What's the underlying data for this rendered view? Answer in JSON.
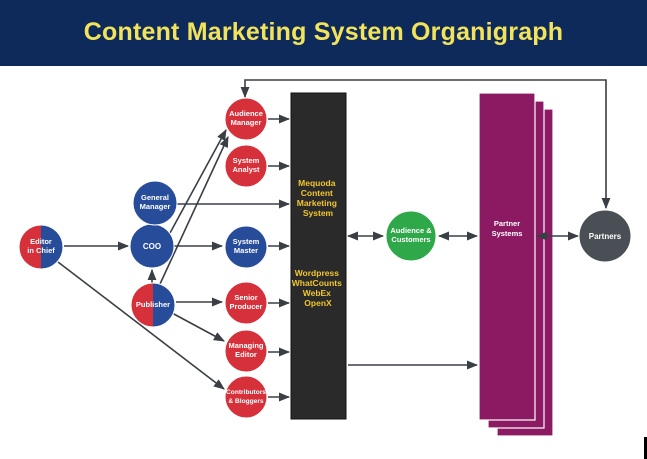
{
  "title": "Content Marketing System Organigraph",
  "colors": {
    "banner": "#0e2a5a",
    "title_text": "#f2e35b",
    "red_node": "#d6303a",
    "blue_node": "#274c9a",
    "green_node": "#2fa84a",
    "gray_node": "#4a4f55",
    "system_block": "#2a2a2a",
    "system_text": "#f2c62c",
    "partner_block": "#8b1a63",
    "arrow": "#3a3f46"
  },
  "nodes": {
    "editor_in_chief": [
      "Editor",
      "in Chief"
    ],
    "coo": [
      "COO"
    ],
    "general_manager": [
      "General",
      "Manager"
    ],
    "publisher": [
      "Publisher"
    ],
    "audience_manager": [
      "Audience",
      "Manager"
    ],
    "system_analyst": [
      "System",
      "Analyst"
    ],
    "system_master": [
      "System",
      "Master"
    ],
    "senior_producer": [
      "Senior",
      "Producer"
    ],
    "managing_editor": [
      "Managing",
      "Editor"
    ],
    "contributors_bloggers": [
      "Contributors",
      "& Bloggers"
    ],
    "audience_customers": [
      "Audience &",
      "Customers"
    ],
    "partners": [
      "Partners"
    ]
  },
  "system_block": {
    "lines_top": [
      "Mequoda",
      "Content",
      "Marketing",
      "System"
    ],
    "lines_bottom": [
      "Wordpress",
      "WhatCounts",
      "WebEx",
      "OpenX"
    ]
  },
  "partner_block": {
    "lines": [
      "Partner",
      "Systems"
    ]
  }
}
